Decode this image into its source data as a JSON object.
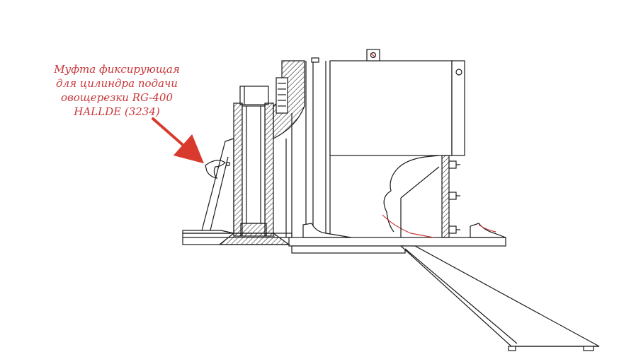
{
  "callout": {
    "lines": [
      "Муфта фиксирующая",
      "для цилиндра подачи",
      "овощерезки RG-400",
      "HALLDE (3234)"
    ],
    "color": "#c8373a"
  },
  "drawing": {
    "line_color": "#1a1a1a",
    "accent_color": "#c8373a"
  }
}
